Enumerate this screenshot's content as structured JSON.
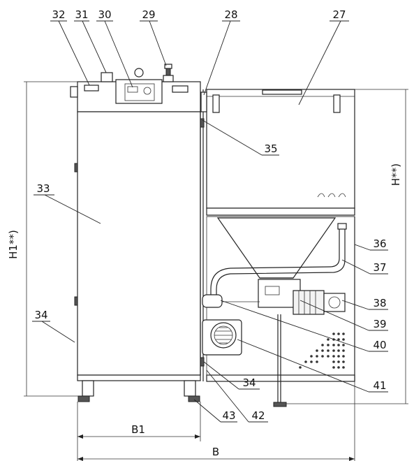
{
  "callouts": [
    {
      "id": "c27",
      "text": "27"
    },
    {
      "id": "c28",
      "text": "28"
    },
    {
      "id": "c29",
      "text": "29"
    },
    {
      "id": "c30",
      "text": "30"
    },
    {
      "id": "c31",
      "text": "31"
    },
    {
      "id": "c32",
      "text": "32"
    },
    {
      "id": "c33",
      "text": "33"
    },
    {
      "id": "c34a",
      "text": "34"
    },
    {
      "id": "c34b",
      "text": "34"
    },
    {
      "id": "c35",
      "text": "35"
    },
    {
      "id": "c36",
      "text": "36"
    },
    {
      "id": "c37",
      "text": "37"
    },
    {
      "id": "c38",
      "text": "38"
    },
    {
      "id": "c39",
      "text": "39"
    },
    {
      "id": "c40",
      "text": "40"
    },
    {
      "id": "c41",
      "text": "41"
    },
    {
      "id": "c42",
      "text": "42"
    },
    {
      "id": "c43",
      "text": "43"
    }
  ],
  "dimensions": {
    "height_left": "H1**)",
    "height_right": "H**)",
    "width_b1": "B1",
    "width_b": "B"
  }
}
